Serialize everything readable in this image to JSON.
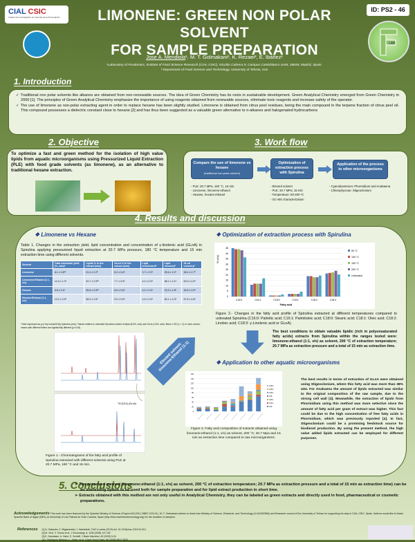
{
  "header": {
    "logo_left": "CIAL CSIC",
    "logo_left_sub": "Instituto de Investigación en Ciencias de la Alimentación",
    "id": "ID: PS2 - 46",
    "title_line1": "LIMONENE: GREEN NON POLAR SOLVENT",
    "title_line2": "FOR SAMPLE PREPARATION",
    "authors_first": "Jose A. Mendiola",
    "authors_rest": "M. T. Golmakani², K. Rezaei², E. Ibáñez¹",
    "aff1": "¹Laboratory of Foodomics, Institute of Food Science Research (CIAL-CSIC), Nicolás Cabrera 9, Campus Cantoblanco UAM, 28049, Madrid, Spain.",
    "aff2": "² Department of Food Science and Technology, University of Tehran, Iran",
    "logo_right": "FOODOMICS LAB"
  },
  "intro": {
    "heading": "1. Introduction",
    "p1": "✓ Traditional non polar solvents like alkanes are obtained from non-renewable sources. The idea of Green Chemistry has its roots in sustainable development. Green Analytical Chemistry emerged from Green Chemistry in 2000 [1]. The principles of Green Analytical Chemistry emphasize the importance of using reagents obtained from renewable sources, eliminate toxic reagents and increase safety of the operator.",
    "p2": "✓ The use of limonene as non-polar extracting agent in order to replace hexane has been slightly studied. Limonene is obtained from citrus peel residues, being the main compound in the terpene fraction of citrus peel oil. This compound possesses a dielectric constant close to hexane [2] and has thus been suggested as a valuable green alternative to n-alkanes and halogenated hydrocarbons"
  },
  "objective": {
    "heading": "2. Objective",
    "text": "To optimize a fast and green method for the isolation of high value lipids from aquatic microorganisms using Pressurized Liquid Extraction (PLE) with food grade solvents (as limonene), as an alternative to traditional hexane extraction."
  },
  "workflow": {
    "heading": "3. Work flow",
    "steps": [
      {
        "title": "Compare the use of limonene vs hexane",
        "sub": "(traditional non-polar solvent)",
        "items": [
          "- PLE: 20.7 MPa, 180 °C, 15 min",
          "- Limonene, limonene:ethanol",
          "- Hexane, hexane:ethanol"
        ]
      },
      {
        "title": "Optimization of extraction process with Spirulina",
        "sub": "",
        "items": [
          "- Elected solvent",
          "- PLE: 20.7 MPa, 15 min",
          "- Temperature: 50-200 ºC",
          "- GC-MS characterization"
        ]
      },
      {
        "title": "Application of the process to other microorganisms",
        "sub": "",
        "items": [
          "- Cyanobacterium: Phormidium and Anabaena",
          "- Chlorophyceae: Stigeoclonium"
        ]
      }
    ]
  },
  "results": {
    "heading": "4. Results and discussion",
    "limonene_heading": "❖ Limonene vs Hexane",
    "table_caption": "Table 1. Changes in the extraction yield, lipid concentration and concentration of γ-linolenic acid (GLnA) in Spirulina applying pressurized liquid extraction at 20.7 MPa pressure, 180 °C temperature and 15 min extraction time using different solvents.",
    "table": {
      "headers": [
        "Solvent",
        "Total extraction yield (%, w/w)ᵃ",
        "Lipids % in the extract (w/w)",
        "GLnA % in the extract (w/w)",
        "Lipid enrichmentᵇ",
        "Lipid recoveryᵇ",
        "GLnA recoveryᵇ"
      ],
      "rows": [
        [
          "Limonene",
          "8.1 ± 0.6ᵇᶜ",
          "31.4 ± 2.2ᵇ",
          "8.3 ± 0.6ᵃ",
          "3.7 ± 0.3ᵃ",
          "29.6 ± 2.1ᵇ",
          "38.4 ± 2.7ᵇ"
        ],
        [
          "Limonene:Ethanol (1:1, v/v)",
          "14.4 ± 1.0ᵃ",
          "34.7 ± 2.5ᵃᵇ",
          "7.7 ± 0.5ᵃ",
          "4.0 ± 0.3ᵃ",
          "58.1 ± 4.1ᵃ",
          "63.0 ± 4.5ᵃ"
        ],
        [
          "Hexane",
          "5.6 ± 0.4ᶜ",
          "35.8 ± 2.5ᵃᵇ",
          "8.9 ± 0.6ᵃ",
          "4.2 ± 0.3ᵃ",
          "23.3 ± 1.6ᵇ",
          "28.5 ± 2.0ᵇ"
        ],
        [
          "Hexane:Ethanol (1:1, v/v)",
          "13.2 ± 0.9ᵃ",
          "38.9 ± 2.8ᵃ",
          "9.0 ± 0.6ᵃ",
          "4.5 ± 0.3ᵃ",
          "60.1 ± 4.3ᵃ",
          "67.8 ± 4.8ᵃ"
        ]
      ],
      "footnote": "ᵃYield expressed as g of dry extract/100g Spirulina (w/w); ᵇValues relative to untreated Spirulina content of lipids (8.6%, w/w) and GLnA (1.8%, w/w) ᶜMean ± SD (n = 2); in each column, means with different letters are significantly different (p<0.05)."
    },
    "fig1_label": "TIC(18:3) (GLnA)",
    "fig1_caption": "Figure 1.- Chromatograms of the fatty acid profile of Spirulina extracted with different solvents using PLE at 20.7 MPa, 180 °C and 15 min.",
    "elected_arrow": "Elected solvent: limonene:Ethanol (1:1)",
    "opt_heading": "❖ Optimization of extraction process with Spirulina",
    "fig2_caption": "Figure 2.- Changes in the fatty acid profile of Spirulina extracted at different temperatures compared to untreated Spirulina (C16:0: Palmitic acid; C16:1: Palmitoleic acid; C18:0: Stearic acid; C18:1: Oleic acid; C18:2: Linoleic acid; C18:3: γ-Linolenic acid or GLnA).",
    "best_conditions": "The best conditions to obtain valuable lipidic (rich in polyunsaturated fatty acids) extracts from Spirulina within the ranges tested were: limonene:ethanol (1:1, v/v) as solvent, 200 °C of extraction temperature; 20.7 MPa as extraction pressure and a total of 15 min as extraction time.",
    "app_heading": "❖ Application to other aquatic microorganisms",
    "fig3_caption": "Figure 3. Fatty acid composition of extracts obtained using limonene:ethanol (1:1, v/v) as solvent, 200 °C; 20.7 Mpa and 15 min as extraction time compared to raw microorganisms.",
    "app_text": "The best results in terms of extraction of GLnA were obtained using Stigeoclonium, where this fatty acid was more than 38% w/w. For Anabaena the amount of lipids extracted was similar to the original composition of the raw sample, due to the strong cell wall [3]. Meanwhile, the extraction of lipids from Phormidium using this method was more selective since the amount of fatty acid per gram of extract was higher. This fact could be due to the high concentration of free fatty acids in Phormidium, which was previously reported [4]. In fact, Stigeoclonium could be a promising feedstock source for biodiesel production. By using the present method, the high value added lipids extracted can be employed for different purposes."
  },
  "conclusions": {
    "heading": "5. Conclusions",
    "items": [
      "➢ The proposed method (limonene:ethanol (1:1, v/v) as solvent, 200 °C of extraction temperature; 20.7 MPa as extraction pressure and a total of 15 min as extraction time) can be an interesting option to be used both for sample preparation and for lipid extract production in short time.",
      "➢ Extracts obtained with this method are not only useful in Analytical Chemistry, they can be labeled as green extracts and directly used in food, pharmaceutical or cosmetic preparations."
    ]
  },
  "acknowledgements": {
    "label": "Acknowledgements",
    "text": "This work has been financed by the Spanish Ministry of Science (Project AGL2011-29857-C03-01). M.-T. Golmakani wishes to thank Iran Ministry of Science, Research, and Technology (# 42/4/52566) and Research council of the University of Tehran for supporting his stay in CIAL-CSIC, Spain. Authors would like to thank Spanish Bank of Algae (BEA) at University of Las Palmas de Gran Canaria, Spain (http://bea.marinebiotechnology.org) for the donation of samples."
  },
  "references": {
    "label": "References",
    "items": [
      "[1] A. Gałuszka, Z. Migaszewski, J. Namieśnik, TrAC in press (2013) doi: 10.1016/j.trac.2013.04.010.",
      "[2] M. Virot, V. Tomao et al, J Chromatogr. A, 1196 (2008) 147-152",
      "[3] K. Nicolaisen, A. Hahn, E. Schleiff, J Basic Microbiol, 49 (2009) 5-24",
      "[4] I. Rodríguez-Meizoso, L. Jaime, et al. J Agric Food Chem, 56 (2008) 3517-3523."
    ]
  },
  "footer_logo": "SECyTA 2013",
  "chart_data": [
    {
      "type": "bar",
      "title": "",
      "xlabel": "Fatty acid",
      "ylabel": "% (w/w)",
      "ylim": [
        0,
        45
      ],
      "yticks": [
        0,
        5,
        10,
        15,
        20,
        25,
        30,
        35,
        40,
        45
      ],
      "grid": true,
      "legend": "right",
      "categories": [
        "C16:0",
        "C16:1",
        "C18:0",
        "C18:1",
        "C18:2",
        "C18:3"
      ],
      "series": [
        {
          "name": "50 °C",
          "color": "#4f81bd",
          "values": [
            45,
            11,
            1,
            2.5,
            19,
            21.5
          ]
        },
        {
          "name": "100 °C",
          "color": "#c0504d",
          "values": [
            44,
            12,
            1,
            2.5,
            19,
            22
          ]
        },
        {
          "name": "150 °C",
          "color": "#9bbb59",
          "values": [
            44,
            12,
            1,
            2.5,
            18,
            22.5
          ]
        },
        {
          "name": "200 °C",
          "color": "#8064a2",
          "values": [
            43,
            12,
            1,
            2.5,
            18,
            24
          ]
        },
        {
          "name": "Untreated",
          "color": "#4bacc6",
          "values": [
            36.5,
            17,
            2,
            4.5,
            19.5,
            20.5
          ]
        }
      ]
    },
    {
      "type": "bar",
      "stacked": true,
      "title": "",
      "ylim": [
        0,
        160
      ],
      "yticks": [
        0,
        20,
        40,
        60,
        80,
        100,
        120,
        140,
        160
      ],
      "grid": true,
      "legend": "right",
      "categories": [
        "1",
        "2",
        "3",
        "4",
        "5",
        "6",
        "7",
        "8"
      ],
      "series": [
        {
          "name": "C16",
          "color": "#4f81bd",
          "values": [
            10,
            10,
            6,
            20,
            20,
            40,
            48,
            64
          ]
        },
        {
          "name": "C16:1",
          "color": "#c0504d",
          "values": [
            3,
            3,
            1,
            12,
            3,
            2,
            3,
            7
          ]
        },
        {
          "name": "C18:1",
          "color": "#9bbb59",
          "values": [
            2,
            4,
            8,
            10,
            0,
            3,
            12,
            15
          ]
        },
        {
          "name": "C18",
          "color": "#8064a2",
          "values": [
            1,
            2,
            2,
            3,
            2,
            1,
            2,
            2
          ]
        },
        {
          "name": "C18:1",
          "color": "#4bacc6",
          "values": [
            1,
            1,
            0,
            0,
            10,
            2,
            2,
            4
          ]
        },
        {
          "name": "C18:2",
          "color": "#f79646",
          "values": [
            0,
            0,
            0,
            0,
            4,
            17,
            8,
            24
          ]
        },
        {
          "name": "C18:3",
          "color": "#95b3d7",
          "values": [
            2,
            1,
            1,
            0,
            14,
            42,
            11,
            27
          ]
        }
      ]
    }
  ]
}
